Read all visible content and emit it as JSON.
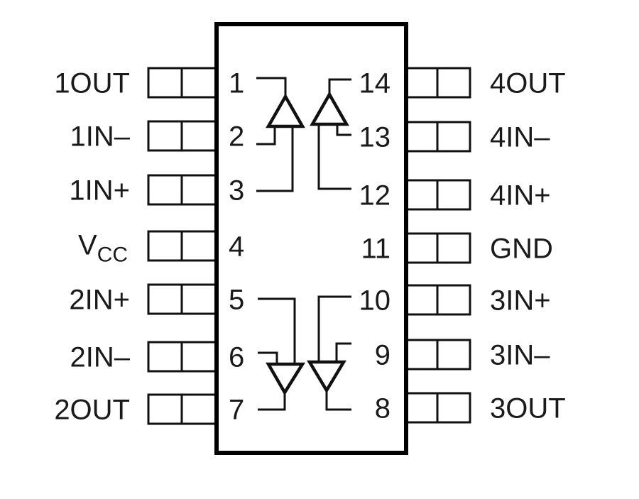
{
  "diagram": {
    "type": "ic-pinout",
    "package_pins": 14,
    "left_pins": [
      {
        "number": "1",
        "label": "1OUT"
      },
      {
        "number": "2",
        "label": "1IN–"
      },
      {
        "number": "3",
        "label": "1IN+"
      },
      {
        "number": "4",
        "label": "V",
        "label_sub": "CC"
      },
      {
        "number": "5",
        "label": "2IN+"
      },
      {
        "number": "6",
        "label": "2IN–"
      },
      {
        "number": "7",
        "label": "2OUT"
      }
    ],
    "right_pins": [
      {
        "number": "14",
        "label": "4OUT"
      },
      {
        "number": "13",
        "label": "4IN–"
      },
      {
        "number": "12",
        "label": "4IN+"
      },
      {
        "number": "11",
        "label": "GND"
      },
      {
        "number": "10",
        "label": "3IN+"
      },
      {
        "number": "9",
        "label": "3IN–"
      },
      {
        "number": "8",
        "label": "3OUT"
      }
    ],
    "amplifiers": [
      {
        "name": "amp-1",
        "orientation": "up",
        "output_pin": "1",
        "inverting_pin": "2",
        "noninverting_pin": "3"
      },
      {
        "name": "amp-4",
        "orientation": "up",
        "output_pin": "14",
        "inverting_pin": "13",
        "noninverting_pin": "12"
      },
      {
        "name": "amp-2",
        "orientation": "down",
        "output_pin": "7",
        "inverting_pin": "6",
        "noninverting_pin": "5"
      },
      {
        "name": "amp-3",
        "orientation": "down",
        "output_pin": "8",
        "inverting_pin": "9",
        "noninverting_pin": "10"
      }
    ],
    "colors": {
      "line": "#111111",
      "background": "#ffffff"
    }
  }
}
